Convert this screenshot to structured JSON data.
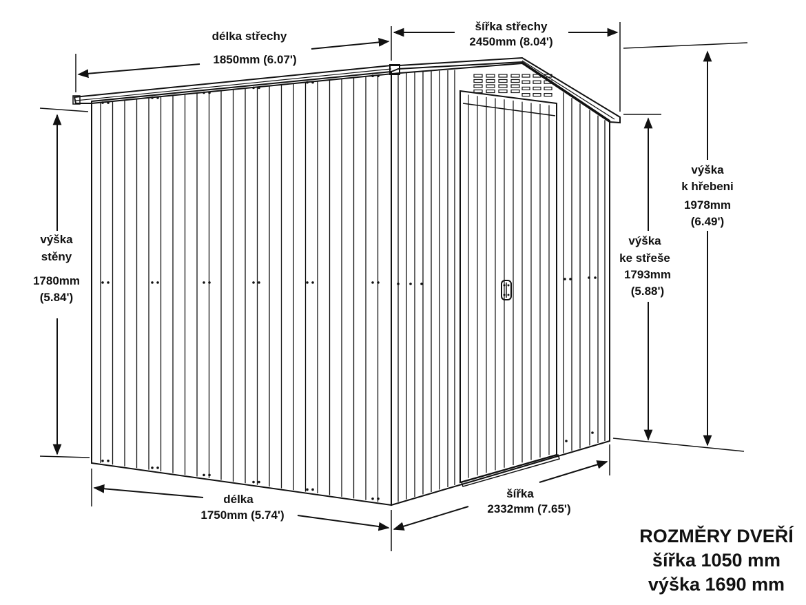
{
  "roof_length": {
    "label": "délka střechy",
    "value": "1850mm (6.07')"
  },
  "roof_width": {
    "label": "šířka střechy",
    "value": "2450mm (8.04')"
  },
  "wall_height": {
    "label_1": "výška",
    "label_2": "stěny",
    "value_1": "1780mm",
    "value_2": "(5.84')"
  },
  "ridge_height": {
    "label_1": "výška",
    "label_2": "k hřebeni",
    "value_1": "1978mm",
    "value_2": "(6.49')"
  },
  "eave_height": {
    "label_1": "výška",
    "label_2": "ke střeše",
    "value_1": "1793mm",
    "value_2": "(5.88')"
  },
  "length": {
    "label": "délka",
    "value": "1750mm (5.74')"
  },
  "width": {
    "label": "šířka",
    "value": "2332mm (7.65')"
  },
  "door_dimensions": {
    "title": "ROZMĚRY DVEŘÍ",
    "width": "šířka 1050 mm",
    "height": "výška 1690 mm"
  },
  "colors": {
    "ink": "#111111",
    "background": "#ffffff"
  }
}
